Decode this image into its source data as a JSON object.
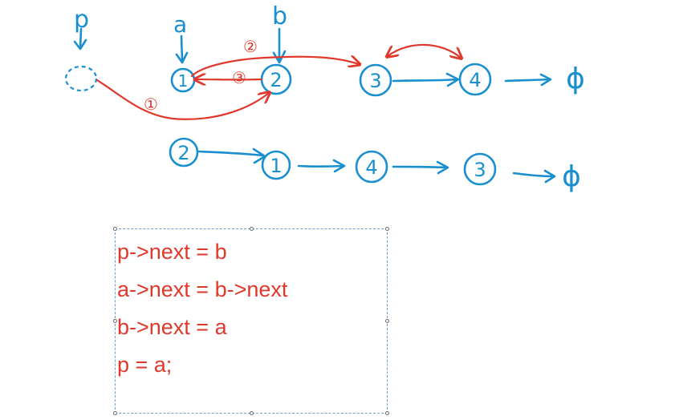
{
  "labels": {
    "p": "p",
    "a": "a",
    "b": "b",
    "top_nodes": [
      "1",
      "2",
      "3",
      "4"
    ],
    "bottom_nodes": [
      "2",
      "1",
      "4",
      "3"
    ],
    "null_symbol": "ϕ",
    "steps": [
      "①",
      "②",
      "③"
    ]
  },
  "code": {
    "lines": [
      "p->next = b",
      "a->next = b->next",
      "b->next = a",
      "p = a;"
    ]
  },
  "colors": {
    "blue_ink": "#1a8fd0",
    "red_ink": "#e0382c"
  }
}
